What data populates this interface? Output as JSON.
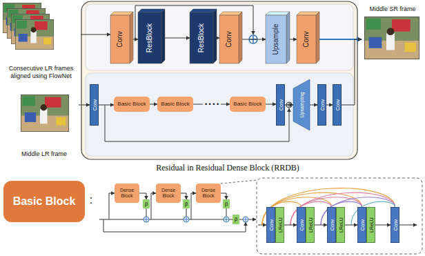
{
  "diagram": {
    "nodes": [
      {
        "text": [
          "Consecutive LR frames aligned using FlowNet"
        ]
      },
      {
        "text": [
          "Middle LR frame"
        ]
      },
      {
        "text": [
          "Conv"
        ]
      },
      {
        "text": [
          "ResBlock"
        ]
      },
      {
        "text": [
          "ResBlock"
        ]
      },
      {
        "text": [
          "Conv"
        ]
      },
      {
        "text": [
          "Upsample"
        ]
      },
      {
        "text": [
          "Conv"
        ]
      },
      {
        "text": [
          "Conv"
        ]
      },
      {
        "text": [
          "Basic Block"
        ]
      },
      {
        "text": [
          "Basic Block"
        ]
      },
      {
        "text": [
          "Basic Block"
        ]
      },
      {
        "text": [
          "Conv"
        ]
      },
      {
        "text": [
          "Upsampling"
        ]
      },
      {
        "text": [
          "Conv"
        ]
      },
      {
        "text": [
          "Conv"
        ]
      },
      {
        "text": [
          "Middle SR frame"
        ]
      },
      {
        "text": [
          "Basic Block"
        ]
      },
      {
        "text": [
          "Dense Block"
        ]
      },
      {
        "text": [
          "β"
        ]
      },
      {
        "text": [
          "Dense Block"
        ]
      },
      {
        "text": [
          "β"
        ]
      },
      {
        "text": [
          "Dense Block"
        ]
      },
      {
        "text": [
          "β"
        ]
      },
      {
        "text": [
          "β"
        ]
      },
      {
        "text": [
          "Conv"
        ]
      },
      {
        "text": [
          "LReLU"
        ]
      },
      {
        "text": [
          "Conv"
        ]
      },
      {
        "text": [
          "LReLU"
        ]
      },
      {
        "text": [
          "Conv"
        ]
      },
      {
        "text": [
          "LReLU"
        ]
      },
      {
        "text": [
          "Conv"
        ]
      },
      {
        "text": [
          "LReLU"
        ]
      },
      {
        "text": [
          "Conv"
        ]
      }
    ],
    "edges": [
      {
        "from": 0,
        "to": 2,
        "arrow": "to"
      },
      {
        "from": 2,
        "to": 3,
        "arrow": "to"
      },
      {
        "from": 3,
        "to": 4,
        "arrow": "to"
      },
      {
        "from": 4,
        "to": 5,
        "arrow": "to"
      },
      {
        "from": 5,
        "to": 6,
        "arrow": "to"
      },
      {
        "from": 6,
        "to": 7,
        "arrow": "to"
      },
      {
        "from": 7,
        "to": 16,
        "arrow": "to"
      },
      {
        "from": 1,
        "to": 8,
        "arrow": "to"
      },
      {
        "from": 8,
        "to": 9,
        "arrow": "to"
      },
      {
        "from": 9,
        "to": 10,
        "arrow": "to"
      },
      {
        "from": 10,
        "to": 11,
        "arrow": "to"
      },
      {
        "from": 11,
        "to": 12,
        "arrow": "to"
      },
      {
        "from": 12,
        "to": 13,
        "arrow": "to"
      },
      {
        "from": 13,
        "to": 14,
        "arrow": "to"
      },
      {
        "from": 14,
        "to": 15,
        "arrow": "to"
      },
      {
        "from": 15,
        "to": 16,
        "arrow": "to"
      },
      {
        "from": 18,
        "to": 19,
        "arrow": "to"
      },
      {
        "from": 20,
        "to": 21,
        "arrow": "to"
      },
      {
        "from": 22,
        "to": 23,
        "arrow": "to"
      },
      {
        "from": 26,
        "to": 27,
        "arrow": "to"
      },
      {
        "from": 28,
        "to": 29,
        "arrow": "to"
      },
      {
        "from": 30,
        "to": 31,
        "arrow": "to"
      },
      {
        "from": 32,
        "to": 33,
        "arrow": "to"
      }
    ],
    "labels": [
      "• • • •",
      "Residual in Residual Dense Block (RRDB)",
      ":"
    ]
  }
}
